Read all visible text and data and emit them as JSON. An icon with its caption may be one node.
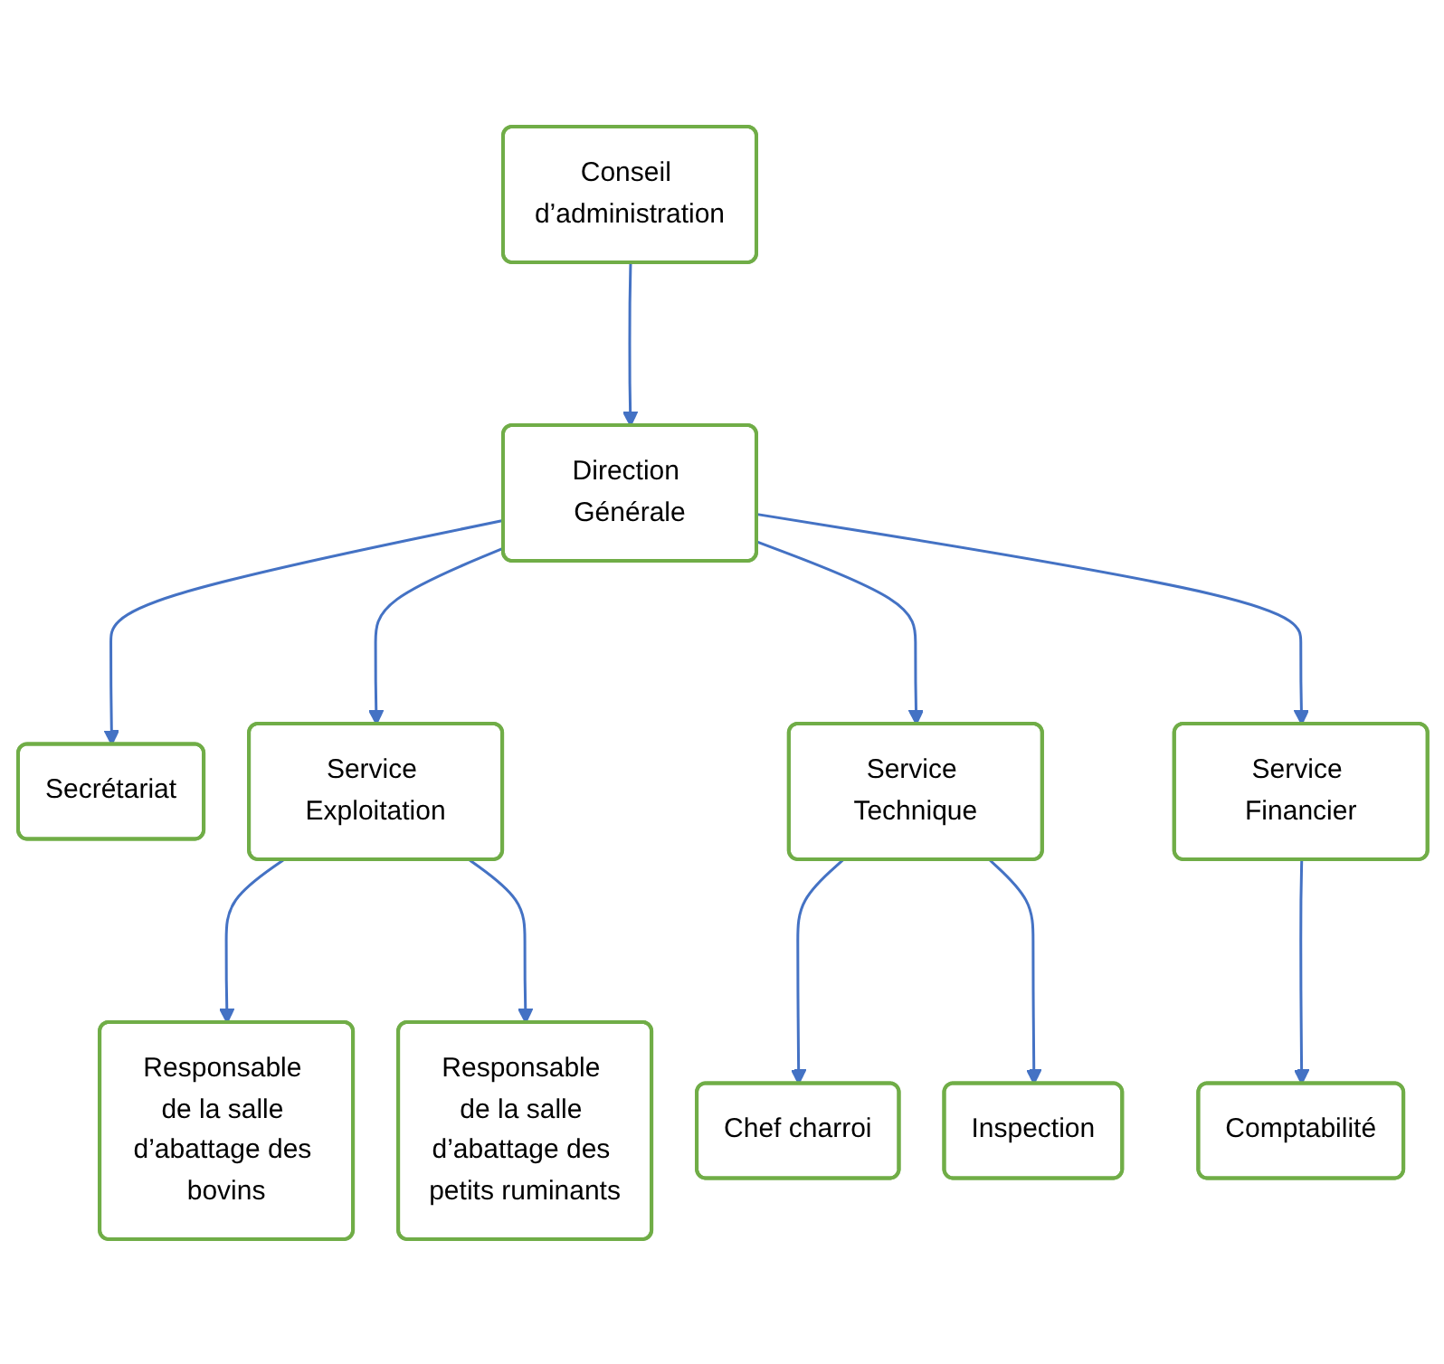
{
  "diagram": {
    "nodes": [
      {
        "text": [
          "Conseil d’administration"
        ]
      },
      {
        "text": [
          "Direction Générale"
        ]
      },
      {
        "text": [
          "Secrétariat"
        ]
      },
      {
        "text": [
          "Service Exploitation"
        ]
      },
      {
        "text": [
          "Service Technique"
        ]
      },
      {
        "text": [
          "Service Financier"
        ]
      },
      {
        "text": [
          "Responsable de la salle d’abattage des bovins"
        ]
      },
      {
        "text": [
          "Responsable de la salle d’abattage des petits ruminants"
        ]
      },
      {
        "text": [
          "Chef charroi"
        ]
      },
      {
        "text": [
          "Inspection"
        ]
      },
      {
        "text": [
          "Comptabilité"
        ]
      }
    ],
    "edges": [
      {
        "from": 0,
        "to": 1,
        "arrow": "to"
      },
      {
        "from": 1,
        "to": 2,
        "arrow": "to"
      },
      {
        "from": 1,
        "to": 3,
        "arrow": "to"
      },
      {
        "from": 1,
        "to": 4,
        "arrow": "to"
      },
      {
        "from": 1,
        "to": 5,
        "arrow": "to"
      },
      {
        "from": 3,
        "to": 6,
        "arrow": "to"
      },
      {
        "from": 3,
        "to": 7,
        "arrow": "to"
      },
      {
        "from": 4,
        "to": 8,
        "arrow": "to"
      },
      {
        "from": 4,
        "to": 9,
        "arrow": "to"
      },
      {
        "from": 5,
        "to": 10,
        "arrow": "to"
      }
    ]
  }
}
